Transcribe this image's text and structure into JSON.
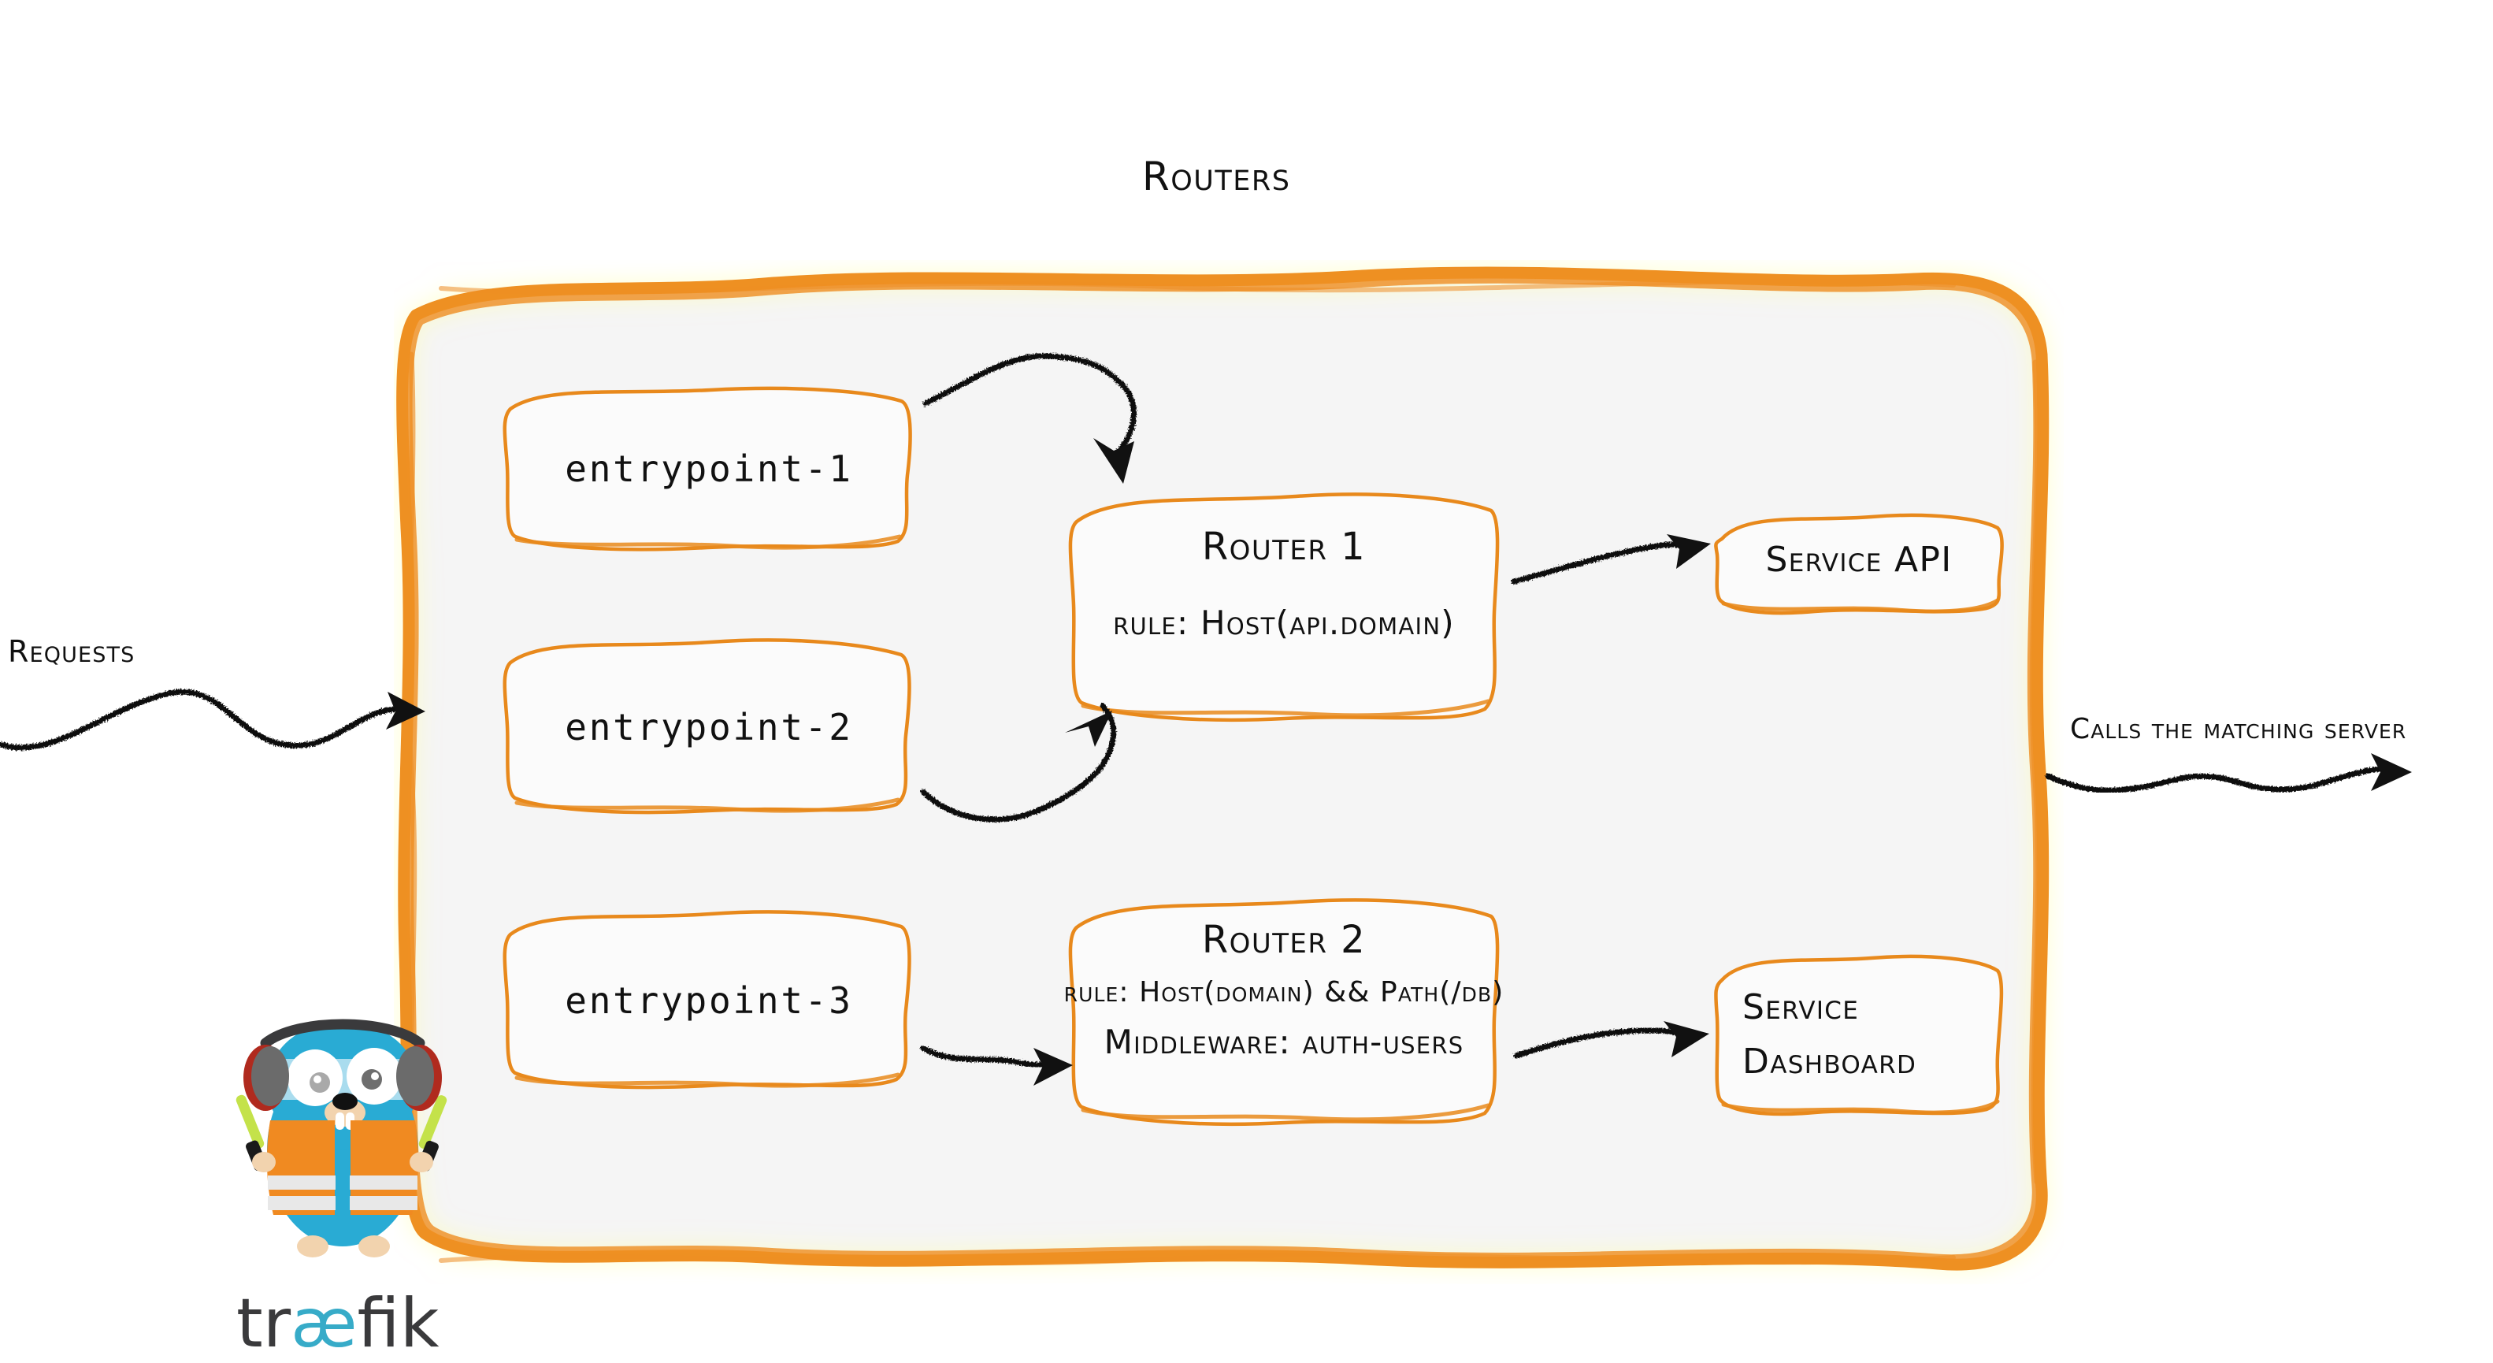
{
  "diagram": {
    "title": "Routers",
    "brand_orange": "#EE9023",
    "container_fill": "#F5F5F5",
    "ink": "#111111",
    "mascot_cyan": "#29ABD4",
    "mascot_vest_orange": "#F08A21",
    "wordmark_dark": "#3A3A3C",
    "wordmark_accent": "#37ABC8"
  },
  "side_labels": {
    "requests": "Requests",
    "calls_server": "Calls the matching server"
  },
  "entrypoints": [
    {
      "label": "entrypoint-1"
    },
    {
      "label": "entrypoint-2"
    },
    {
      "label": "entrypoint-3"
    }
  ],
  "routers": [
    {
      "title": "Router 1",
      "rule": "rule: Host(api.domain)",
      "middleware": ""
    },
    {
      "title": "Router 2",
      "rule": "rule: Host(domain) && Path(/db)",
      "middleware": "Middleware: auth-users"
    }
  ],
  "services": [
    {
      "line1": "Service API",
      "line2": ""
    },
    {
      "line1": "Service",
      "line2": "Dashboard"
    }
  ],
  "brand": {
    "wordmark_part1": "tr",
    "wordmark_ligature": "æ",
    "wordmark_part2": "fik"
  }
}
